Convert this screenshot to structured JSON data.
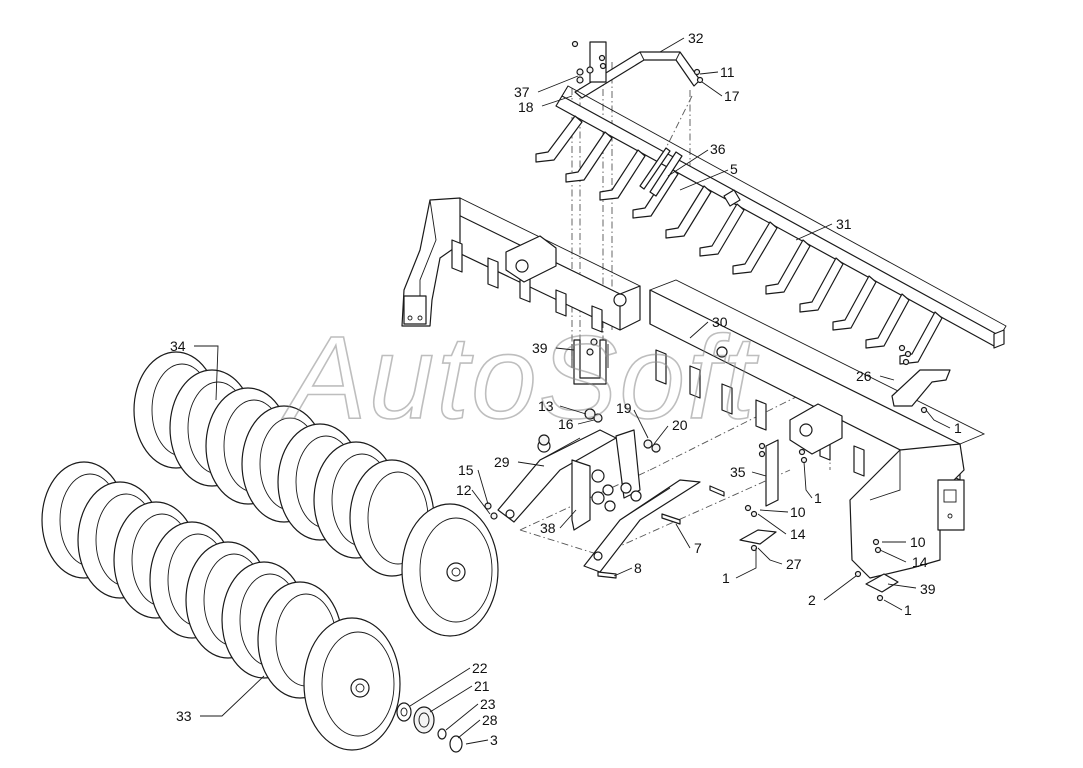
{
  "watermark": {
    "text": "AutoSoft",
    "color": "#8a8a8a"
  },
  "callouts": {
    "c32": "32",
    "c37": "37",
    "c18": "18",
    "c11": "11",
    "c17": "17",
    "c36": "36",
    "c5": "5",
    "c31": "31",
    "c30": "30",
    "c39a": "39",
    "c34": "34",
    "c13": "13",
    "c16": "16",
    "c19": "19",
    "c20": "20",
    "c26": "26",
    "c1a": "1",
    "c29": "29",
    "c15": "15",
    "c12": "12",
    "c35": "35",
    "c1b": "1",
    "c10a": "10",
    "c14a": "14",
    "c38": "38",
    "c7": "7",
    "c27": "27",
    "c10b": "10",
    "c14b": "14",
    "c8": "8",
    "c1c": "1",
    "c2": "2",
    "c39b": "39",
    "c1d": "1",
    "c33": "33",
    "c22": "22",
    "c21": "21",
    "c23": "23",
    "c28": "28",
    "c3": "3"
  },
  "colors": {
    "line": "#1a1a1a",
    "dash": "#555555",
    "background": "#ffffff"
  }
}
